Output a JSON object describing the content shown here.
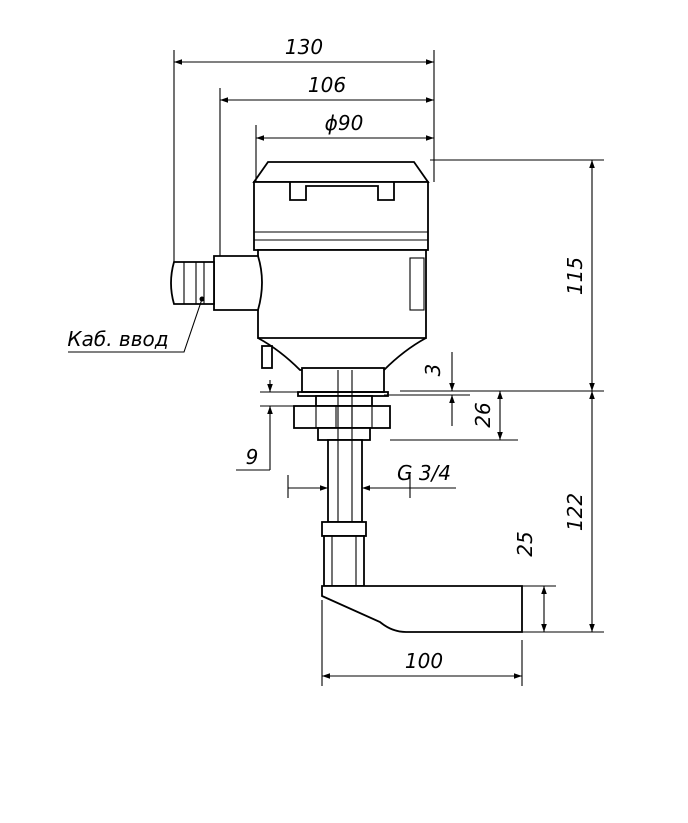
{
  "dimensions": {
    "overall_width": "130",
    "housing_width": "106",
    "housing_diameter": "ϕ90",
    "housing_height": "115",
    "nut_gap": "3",
    "nut_height": "26",
    "thread_length": "9",
    "thread": "G 3/4",
    "shaft_to_paddle": "122",
    "paddle_height": "25",
    "paddle_length": "100"
  },
  "labels": {
    "cable_entry": "Каб. ввод"
  }
}
